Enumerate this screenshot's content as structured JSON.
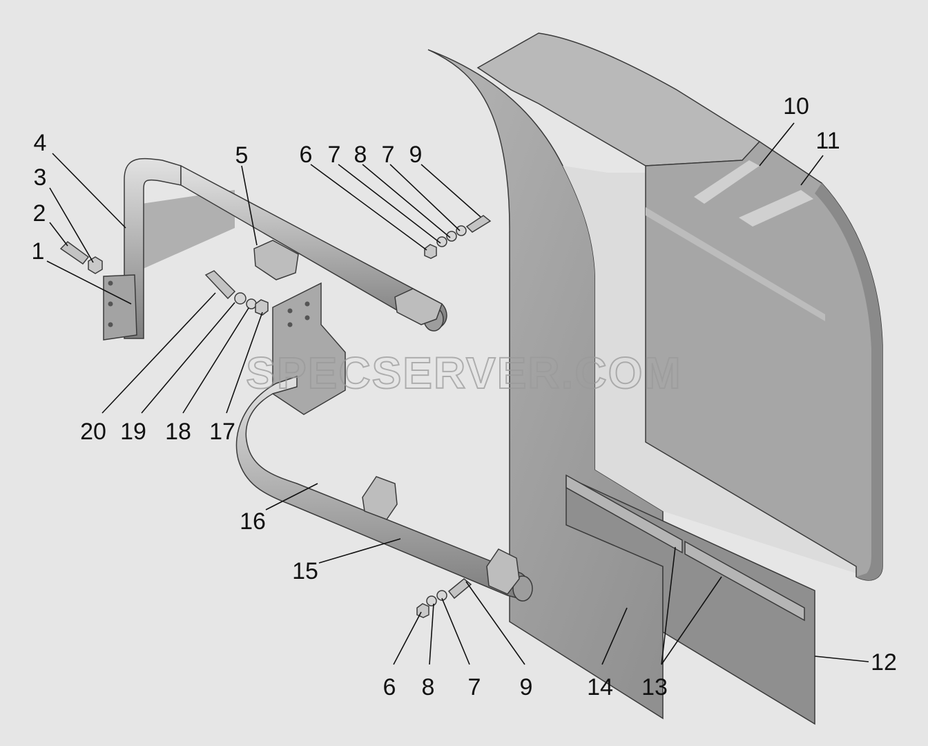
{
  "watermark": "SPECSERVER.COM",
  "colors": {
    "background": "#e6e6e6",
    "panel": "#a8a8a8",
    "panel_dark": "#8e8e8e",
    "tube": "#b7b7b7",
    "label": "#111111"
  },
  "callouts": {
    "c1": "1",
    "c2": "2",
    "c3": "3",
    "c4": "4",
    "c5": "5",
    "c6a": "6",
    "c7a": "7",
    "c8a": "8",
    "c7b": "7",
    "c9a": "9",
    "c10": "10",
    "c11": "11",
    "c20": "20",
    "c19": "19",
    "c18": "18",
    "c17": "17",
    "c16": "16",
    "c15": "15",
    "c6b": "6",
    "c8b": "8",
    "c7c": "7",
    "c9b": "9",
    "c14": "14",
    "c13": "13",
    "c12": "12"
  }
}
